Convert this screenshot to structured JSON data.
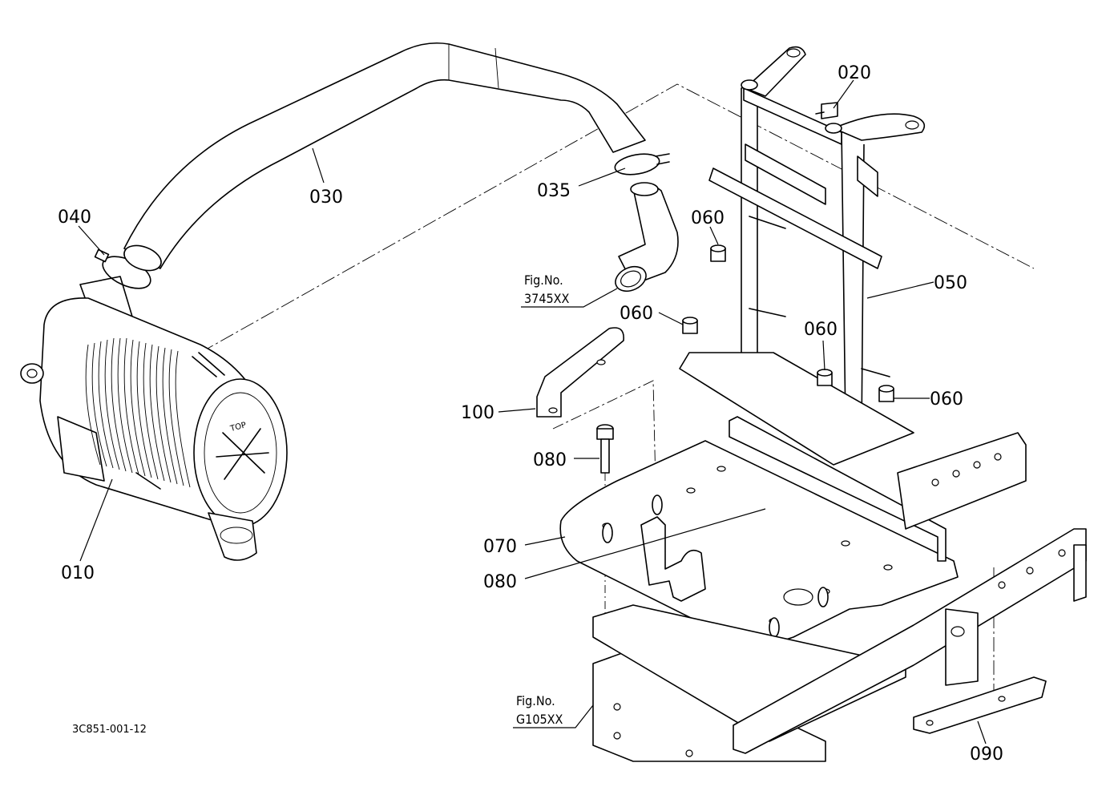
{
  "drawing_id": "3C851-001-12",
  "part_callouts": [
    {
      "id": "p010",
      "label": "010"
    },
    {
      "id": "p020",
      "label": "020"
    },
    {
      "id": "p030",
      "label": "030"
    },
    {
      "id": "p035",
      "label": "035"
    },
    {
      "id": "p040",
      "label": "040"
    },
    {
      "id": "p050",
      "label": "050"
    },
    {
      "id": "p060a",
      "label": "060"
    },
    {
      "id": "p060b",
      "label": "060"
    },
    {
      "id": "p060c",
      "label": "060"
    },
    {
      "id": "p060d",
      "label": "060"
    },
    {
      "id": "p070",
      "label": "070"
    },
    {
      "id": "p080a",
      "label": "080"
    },
    {
      "id": "p080b",
      "label": "080"
    },
    {
      "id": "p090",
      "label": "090"
    },
    {
      "id": "p100",
      "label": "100"
    }
  ],
  "figure_refs": [
    {
      "id": "fig1",
      "prefix": "Fig.No.",
      "number": "3745XX"
    },
    {
      "id": "fig2",
      "prefix": "Fig.No.",
      "number": "G105XX"
    }
  ],
  "air_cleaner_cap_text": "TOP"
}
